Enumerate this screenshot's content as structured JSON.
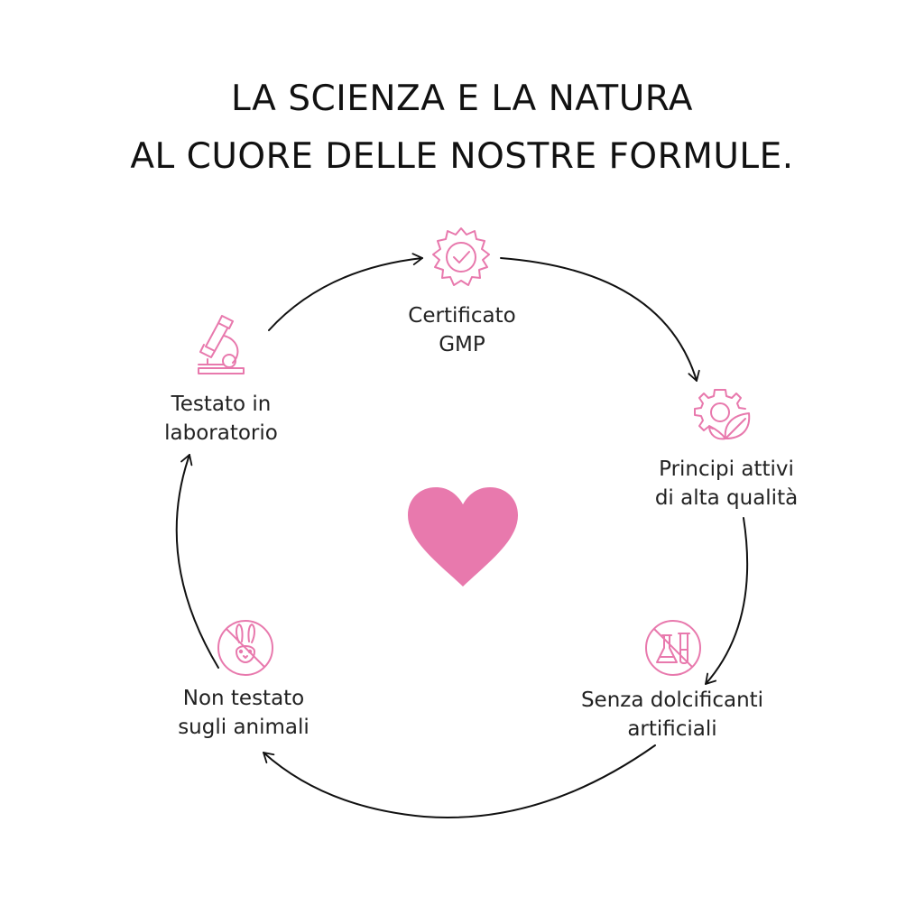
{
  "title": {
    "line1": "LA SCIENZA E LA NATURA",
    "line2": "AL CUORE DELLE NOSTRE FORMULE."
  },
  "accent_color": "#e879ad",
  "nodes": [
    {
      "icon": "badge-check-icon",
      "line1": "Certificato",
      "line2": "GMP"
    },
    {
      "icon": "gear-leaf-icon",
      "line1": "Principi attivi",
      "line2": "di alta qualità"
    },
    {
      "icon": "no-sweetener-icon",
      "line1": "Senza dolcificanti",
      "line2": "artificiali"
    },
    {
      "icon": "no-animal-testing-icon",
      "line1": "Non testato",
      "line2": "sugli animali"
    },
    {
      "icon": "microscope-icon",
      "line1": "Testato in",
      "line2": "laboratorio"
    }
  ],
  "center_icon": "heart-icon"
}
